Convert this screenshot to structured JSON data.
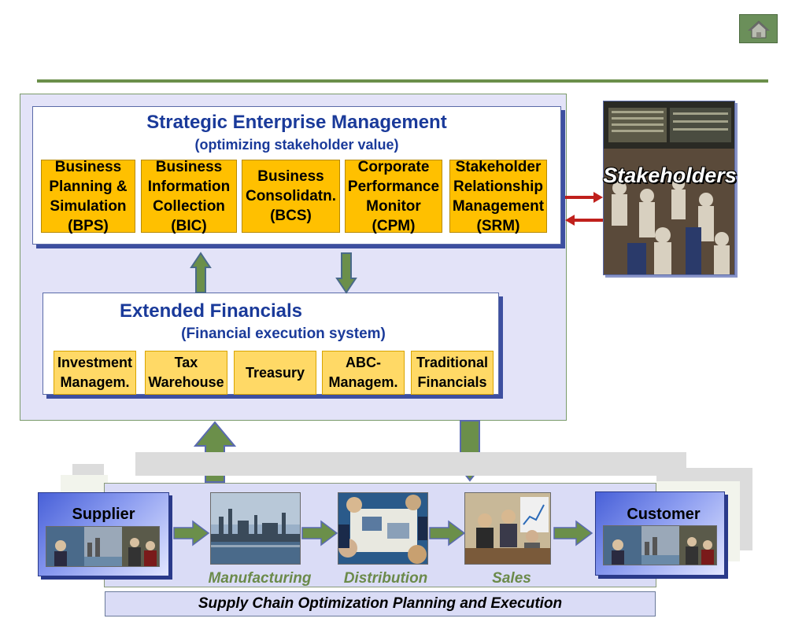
{
  "nav": {
    "home_icon": "home-icon"
  },
  "sem": {
    "title": "Strategic Enterprise Management",
    "subtitle": "(optimizing stakeholder value)",
    "modules": [
      {
        "label": "Business\nPlanning &\nSimulation\n(BPS)"
      },
      {
        "label": "Business\nInformation\nCollection\n(BIC)"
      },
      {
        "label": "Business\nConsolidatn.\n(BCS)"
      },
      {
        "label": "Corporate\nPerformance\nMonitor\n(CPM)"
      },
      {
        "label": "Stakeholder\nRelationship\nManagement\n(SRM)"
      }
    ]
  },
  "ef": {
    "title": "Extended Financials",
    "subtitle": "(Financial execution system)",
    "modules": [
      {
        "label": "Investment\nManagem."
      },
      {
        "label": "Tax\nWarehouse"
      },
      {
        "label": "Treasury"
      },
      {
        "label": "ABC-\nManagem."
      },
      {
        "label": "Traditional\nFinancials"
      }
    ]
  },
  "stakeholders": {
    "label": "Stakeholders"
  },
  "chain": {
    "supplier": "Supplier",
    "customer": "Customer",
    "stages": [
      "Manufacturing",
      "Distribution",
      "Sales"
    ],
    "footer": "Supply Chain Optimization Planning and Execution"
  },
  "colors": {
    "accent_green": "#6b8f4a",
    "title_blue": "#1a3a9a",
    "module_yellow": "#ffc000",
    "panel_lavender": "#e3e3f8",
    "stage_label_green": "#6b8a4a",
    "arrow_red": "#c0201c"
  }
}
